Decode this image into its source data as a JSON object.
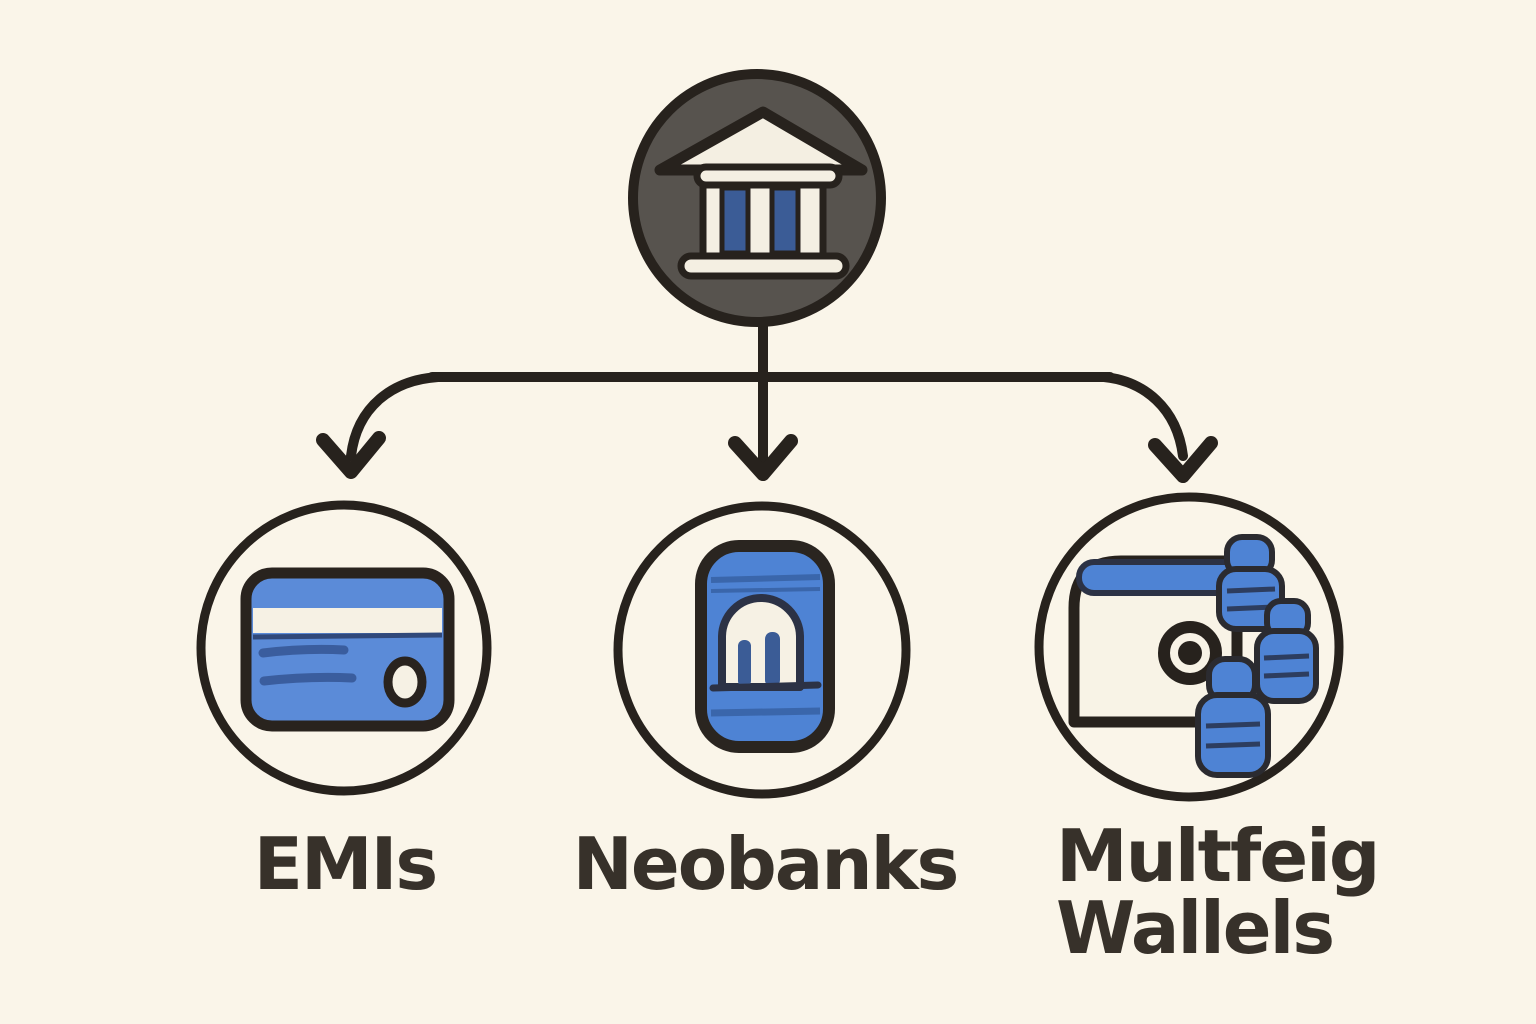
{
  "diagram": {
    "type": "hierarchy",
    "background_color": "#faf5e9",
    "ink_color": "#27221d",
    "accent_blue": "#4e83d4",
    "card_blue": "#5b8bd8",
    "column_blue": "#3b5c96",
    "bank_circle_gray": "#57534e",
    "text_color": "#37312a",
    "root": {
      "id": "bank",
      "icon": "bank-icon",
      "label": ""
    },
    "nodes": [
      {
        "id": "emis",
        "icon": "credit-card-icon",
        "label": "EMIs"
      },
      {
        "id": "neobanks",
        "icon": "mobile-banking-icon",
        "label": "Neobanks"
      },
      {
        "id": "multisig-wallets",
        "icon": "wallet-users-icon",
        "label": "Multfeig Wallels",
        "label_lines": [
          "Multfeig",
          "Wallels"
        ]
      }
    ]
  }
}
